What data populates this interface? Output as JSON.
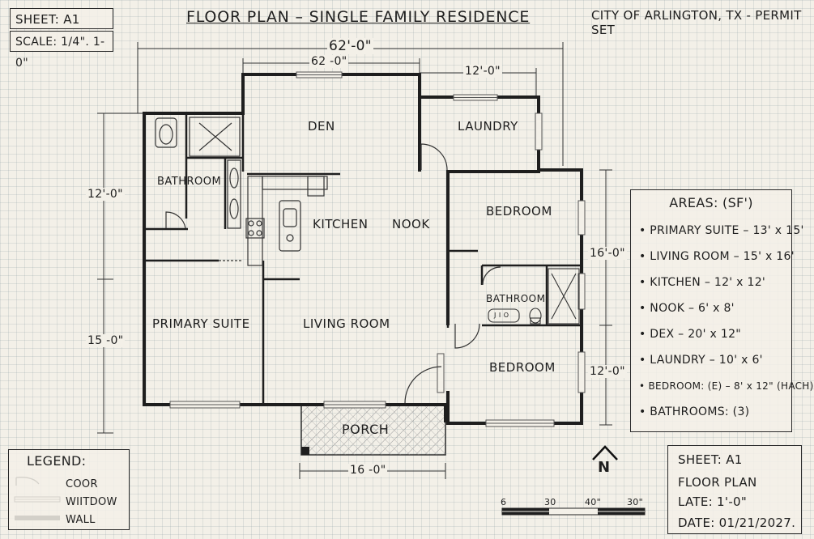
{
  "header": {
    "sheet": "SHEET: A1",
    "scale": "SCALE: 1/4\". 1-0\"",
    "title": "FLOOR PLAN – SINGLE FAMILY RESIDENCE",
    "permit": "CITY OF ARLINGTON, TX - PERMIT SET"
  },
  "dimensions": {
    "overall_width": "62'-0\"",
    "upper_width": "62 -0\"",
    "laundry_width": "12'-0\"",
    "left_upper": "12'-0\"",
    "left_lower": "15 -0\"",
    "right_upper": "16'-0\"",
    "right_lower": "12'-0\"",
    "porch_width": "16 -0\""
  },
  "rooms": {
    "den": "DEN",
    "laundry": "LAUNDRY",
    "bathroom_main": "BATHROOM",
    "kitchen": "KITCHEN",
    "nook": "NOOK",
    "bedroom_upper": "BEDROOM",
    "bathroom_small": "BATHROOM",
    "primary_suite": "PRIMARY SUITE",
    "living_room": "LIVING ROOM",
    "bedroom_lower": "BEDROOM",
    "porch": "PORCH"
  },
  "areas": {
    "title": "AREAS: (SF')",
    "items": [
      "• PRIMARY SUITE – 13' x 15'",
      "• LIVING ROOM – 15' x 16'",
      "• KITCHEN – 12' x 12'",
      "• NOOK – 6' x 8'",
      "• DEX – 20' x 12\"",
      "• LAUNDRY – 10' x 6'",
      "• BEDROOM: (E) – 8' x 12\" (HACH)",
      "• BATHROOMS: (3)"
    ]
  },
  "legend": {
    "title": "LEGEND:",
    "door": "COOR",
    "window": "WIITDOW",
    "wall": "WALL"
  },
  "north": "N",
  "scale_bar": {
    "labels": [
      "6",
      "30",
      "40\"",
      "30\""
    ]
  },
  "sheet_block": {
    "sheet": "SHEET: A1",
    "name": "FLOOR PLAN",
    "late": "LATE: 1'-0\"",
    "date": "DATE: 01/21/2027."
  },
  "fixtures": {
    "sink_label": "J I O"
  },
  "colors": {
    "wall": "#1e1e1e",
    "window": "#7d8a8e",
    "paper": "#f3f0e8",
    "porch_hatch": "#8a8a8a"
  }
}
